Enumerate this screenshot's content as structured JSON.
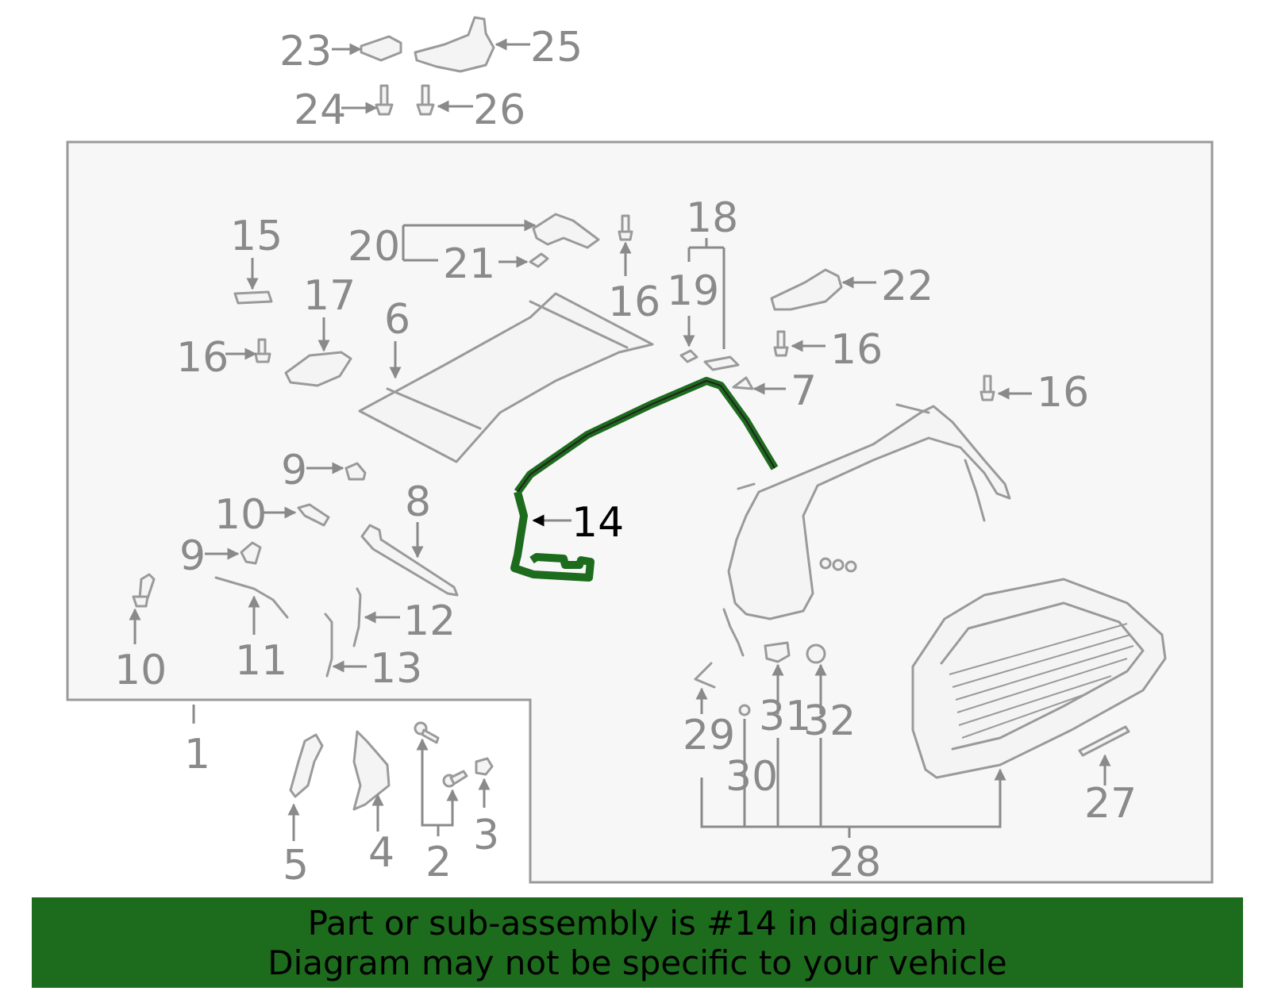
{
  "callouts": {
    "c1": "1",
    "c2": "2",
    "c3": "3",
    "c4": "4",
    "c5": "5",
    "c6": "6",
    "c7": "7",
    "c8": "8",
    "c9a": "9",
    "c9b": "9",
    "c10a": "10",
    "c10b": "10",
    "c11": "11",
    "c12": "12",
    "c13": "13",
    "c14": "14",
    "c15": "15",
    "c16a": "16",
    "c16b": "16",
    "c16c": "16",
    "c16d": "16",
    "c17": "17",
    "c18": "18",
    "c19": "19",
    "c20": "20",
    "c21": "21",
    "c22": "22",
    "c23": "23",
    "c24": "24",
    "c25": "25",
    "c26": "26",
    "c27": "27",
    "c28": "28",
    "c29": "29",
    "c30": "30",
    "c31": "31",
    "c32": "32"
  },
  "highlighted_part": "14",
  "colors": {
    "highlight": "#1d6b1d",
    "outline": "#9a9a9a",
    "panel": "#f7f7f7"
  },
  "banner": {
    "line1": "Part or sub-assembly is #14 in diagram",
    "line2": "Diagram may not be specific to your vehicle"
  }
}
